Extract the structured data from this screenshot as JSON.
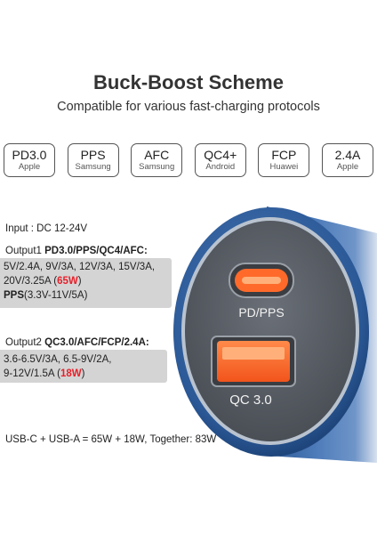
{
  "title": "Buck-Boost Scheme",
  "subtitle": "Compatible for various fast-charging protocols",
  "protocols": [
    {
      "name": "PD3.0",
      "brand": "Apple"
    },
    {
      "name": "PPS",
      "brand": "Samsung"
    },
    {
      "name": "AFC",
      "brand": "Samsung"
    },
    {
      "name": "QC4+",
      "brand": "Android"
    },
    {
      "name": "FCP",
      "brand": "Huawei"
    },
    {
      "name": "2.4A",
      "brand": "Apple"
    }
  ],
  "input": "Input : DC 12-24V",
  "output1": {
    "prefix": "Output1 ",
    "protocols_text": "PD3.0/PPS/QC4/AFC:",
    "line1": "5V/2.4A, 9V/3A, 12V/3A, 15V/3A,",
    "line2_pre": "20V/3.25A (",
    "line2_hl": "65W",
    "line2_post": ")",
    "line3_bold": "PPS",
    "line3_rest": "(3.3V-11V/5A)"
  },
  "output2": {
    "prefix": "Output2 ",
    "protocols_text": "QC3.0/AFC/FCP/2.4A:",
    "line1": "3.6-6.5V/3A, 6.5-9V/2A,",
    "line2_pre": "9-12V/1.5A (",
    "line2_hl": "18W",
    "line2_post": ")"
  },
  "port_c_label": "PD/PPS",
  "port_a_label": "QC 3.0",
  "summary": "USB-C + USB-A = 65W + 18W, Together: 83W",
  "colors": {
    "highlight": "#e8202a",
    "body_blue": "#2f5d9e",
    "face_grey": "#5a5f66",
    "port_orange": "#ff6a2a"
  }
}
